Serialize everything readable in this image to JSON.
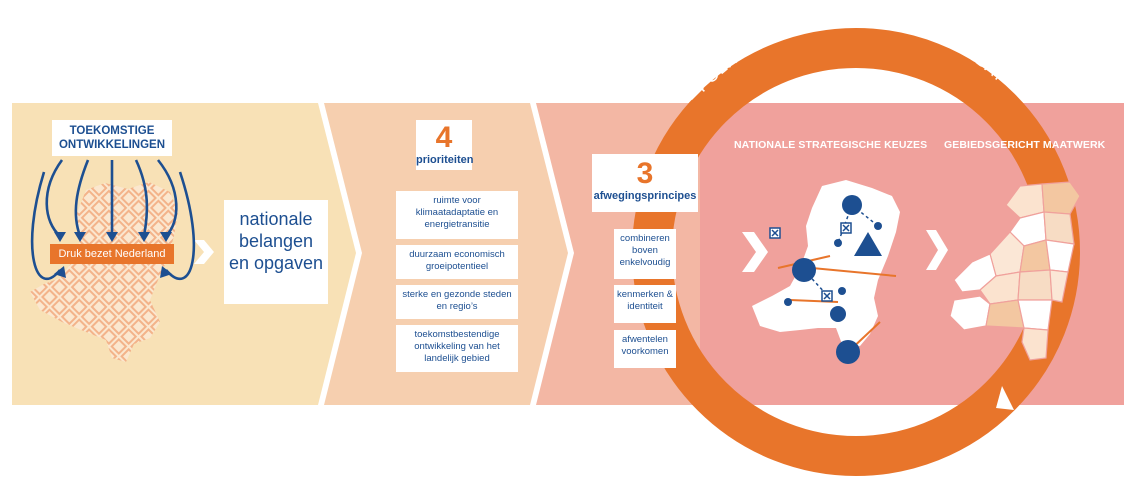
{
  "diagram": {
    "toekomstige_ontwikkelingen": "TOEKOMSTIGE ONTWIKKELINGEN",
    "druk_bezet": "Druk bezet Nederland",
    "nationale_belangen": [
      "nationale",
      "belangen",
      "en opgaven"
    ],
    "prioriteiten": {
      "number": "4",
      "label": "prioriteiten",
      "items": [
        "ruimte voor klimaatadaptatie en energietransitie",
        "duurzaam economisch groeipotentieel",
        "sterke en gezonde steden en regio’s",
        "toekomstbestendige ontwikkeling van het landelijk gebied"
      ]
    },
    "afwegingsprincipes": {
      "number": "3",
      "label": "afwegingsprincipes",
      "items": [
        "combineren boven enkelvoudig",
        "kenmerken & identiteit",
        "afwentelen voorkomen"
      ]
    },
    "ring_text": "POLITIEK & MAATSCHAPPELIJK DEBAT",
    "nationale_keuzes": "NATIONALE STRATEGISCHE KEUZES",
    "gebiedsgericht": "GEBIEDSGERICHT MAATWERK"
  },
  "colors": {
    "panel_1": "#f8e1b6",
    "panel_2": "#f6cfaf",
    "panel_3": "#f3b7a4",
    "panel_4": "#f0a19c",
    "ring": "#e8752b",
    "navy": "#1d4f91"
  }
}
